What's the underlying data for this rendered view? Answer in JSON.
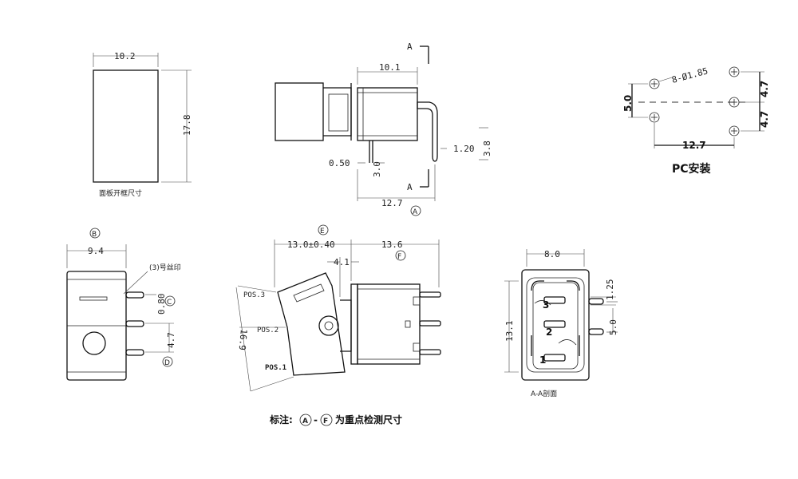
{
  "panel": {
    "width": "10.2",
    "height": "17.8",
    "caption": "面板开框尺寸"
  },
  "side_top": {
    "a_top": "A",
    "a_bottom": "A",
    "width_top": "10.1",
    "d_050": "0.50",
    "d_30": "3.0",
    "d_120": "1.20",
    "d_38": "3.8",
    "width_bottom": "12.7",
    "marker_a": "A"
  },
  "pc": {
    "hole_note": "8-Ø1.85",
    "d_50": "5.0",
    "d_47a": "4.7",
    "d_47b": "4.7",
    "d_127": "12.7",
    "caption": "PC安装"
  },
  "front": {
    "marker_b": "B",
    "width": "9.4",
    "silk_note": "(3)号丝印",
    "d_080": "0.80",
    "marker_c": "C",
    "d_47": "4.7",
    "marker_d": "D"
  },
  "side_main": {
    "marker_e": "E",
    "width_tol": "13.0±0.40",
    "width_136": "13.6",
    "marker_f": "F",
    "d_41": "4.1",
    "pos3": "POS.3",
    "pos2": "POS.2",
    "pos1": "POS.1",
    "d_169": "16.9"
  },
  "section": {
    "width": "8.0",
    "height": "13.1",
    "d_125": "1.25",
    "d_50": "5.0",
    "term3": "3",
    "term2": "2",
    "term1": "1",
    "caption": "A-A剖面"
  },
  "note": {
    "prefix": "标注:",
    "m1": "A",
    "dash": "-",
    "m2": "F",
    "suffix": "为重点检测尺寸"
  }
}
